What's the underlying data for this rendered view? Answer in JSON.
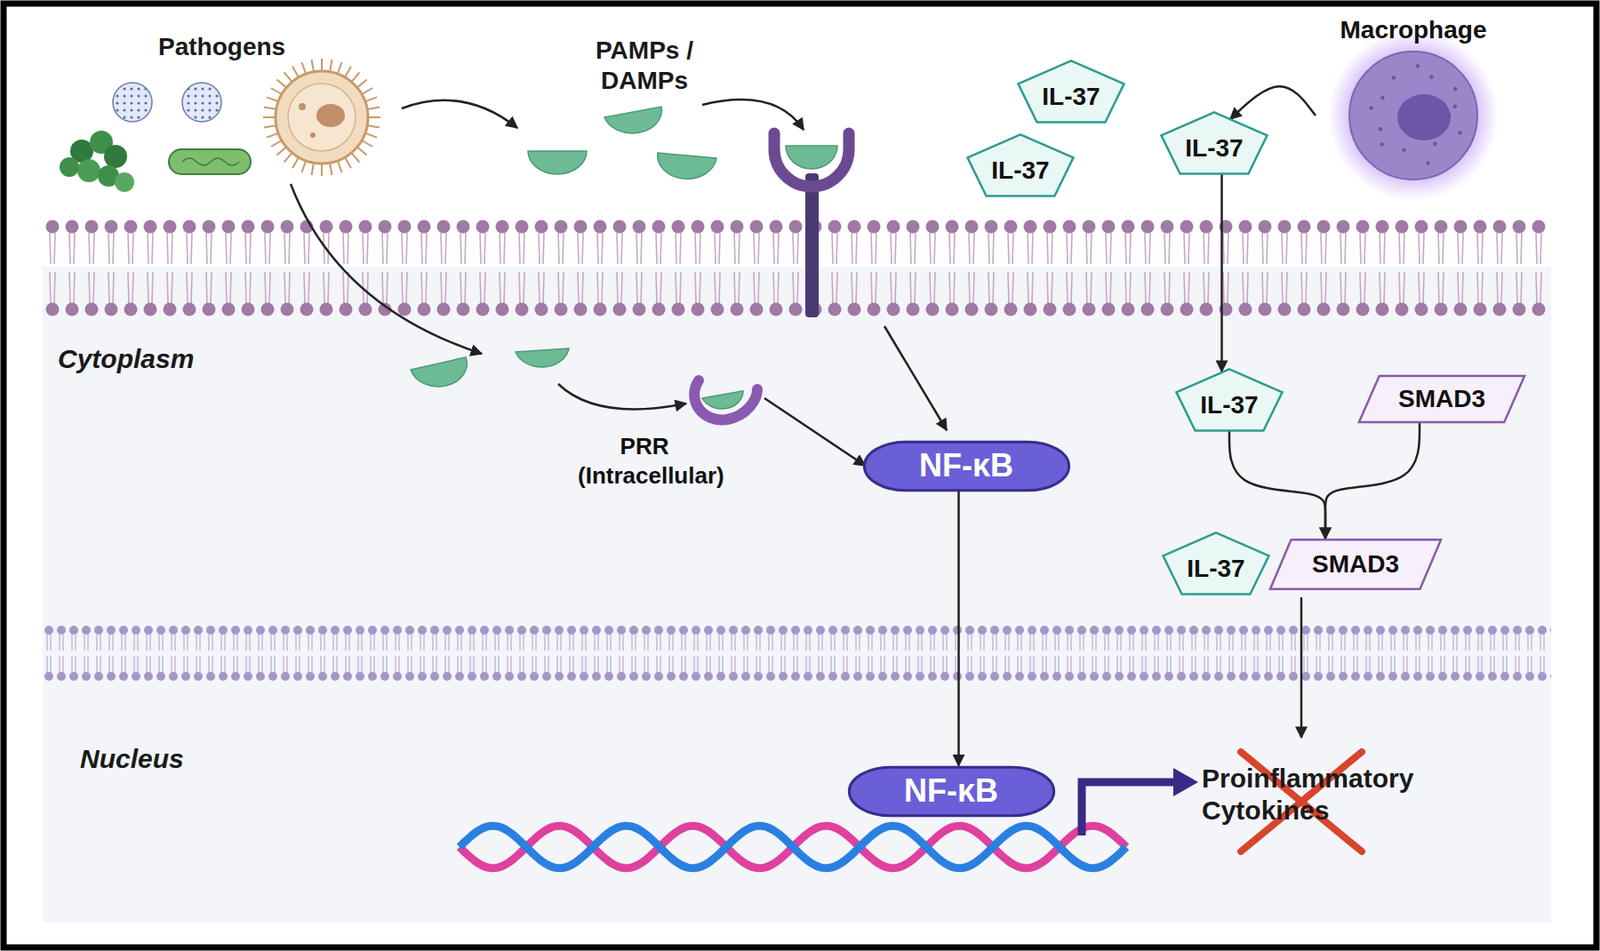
{
  "diagram": {
    "nodes": [
      {
        "text": [
          "Macrophage"
        ]
      },
      {
        "text": [
          "IL-37"
        ]
      },
      {
        "text": [
          "IL-37"
        ]
      },
      {
        "text": [
          "IL-37"
        ]
      },
      {
        "text": [
          "PRR (Intracellular)"
        ]
      },
      {
        "text": [
          "NF-κB"
        ]
      },
      {
        "text": [
          "IL-37"
        ]
      },
      {
        "text": [
          "SMAD3"
        ]
      },
      {
        "text": [
          "IL-37"
        ]
      },
      {
        "text": [
          "SMAD3"
        ]
      },
      {
        "text": [
          "NF-κB"
        ]
      }
    ],
    "edges": [
      {
        "from": 0,
        "to": 3,
        "arrow": "to"
      },
      {
        "from": 3,
        "to": 6,
        "arrow": "to"
      },
      {
        "from": 4,
        "to": 5,
        "arrow": "to"
      },
      {
        "from": 5,
        "to": 10,
        "arrow": "to"
      },
      {
        "from": 6,
        "to": 9,
        "arrow": "to"
      },
      {
        "from": 7,
        "to": 9,
        "arrow": "to"
      }
    ],
    "labels": [
      "Pathogens",
      "PAMPs / DAMPs",
      "Cytoplasm",
      "Nucleus",
      "Proinflammatory Cytokines"
    ]
  }
}
